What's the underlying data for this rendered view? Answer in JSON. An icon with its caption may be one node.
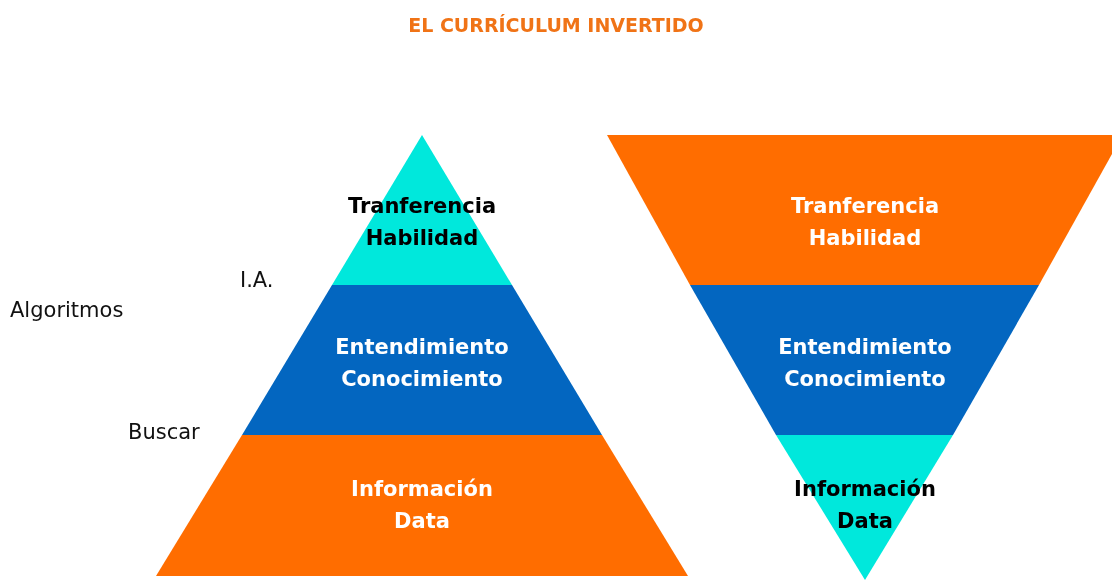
{
  "diagram": {
    "title": "EL CURRÍCULUM INVERTIDO",
    "nodes": [
      {
        "text": [
          "Tranferencia",
          "Habilidad"
        ]
      },
      {
        "text": [
          "Entendimiento",
          "Conocimiento"
        ]
      },
      {
        "text": [
          "Información",
          "Data"
        ]
      },
      {
        "text": [
          "Tranferencia",
          "Habilidad"
        ]
      },
      {
        "text": [
          "Entendimiento",
          "Conocimiento"
        ]
      },
      {
        "text": [
          "Información",
          "Data"
        ]
      }
    ],
    "labels": [
      "I.A.",
      "Algoritmos",
      "Buscar"
    ]
  }
}
